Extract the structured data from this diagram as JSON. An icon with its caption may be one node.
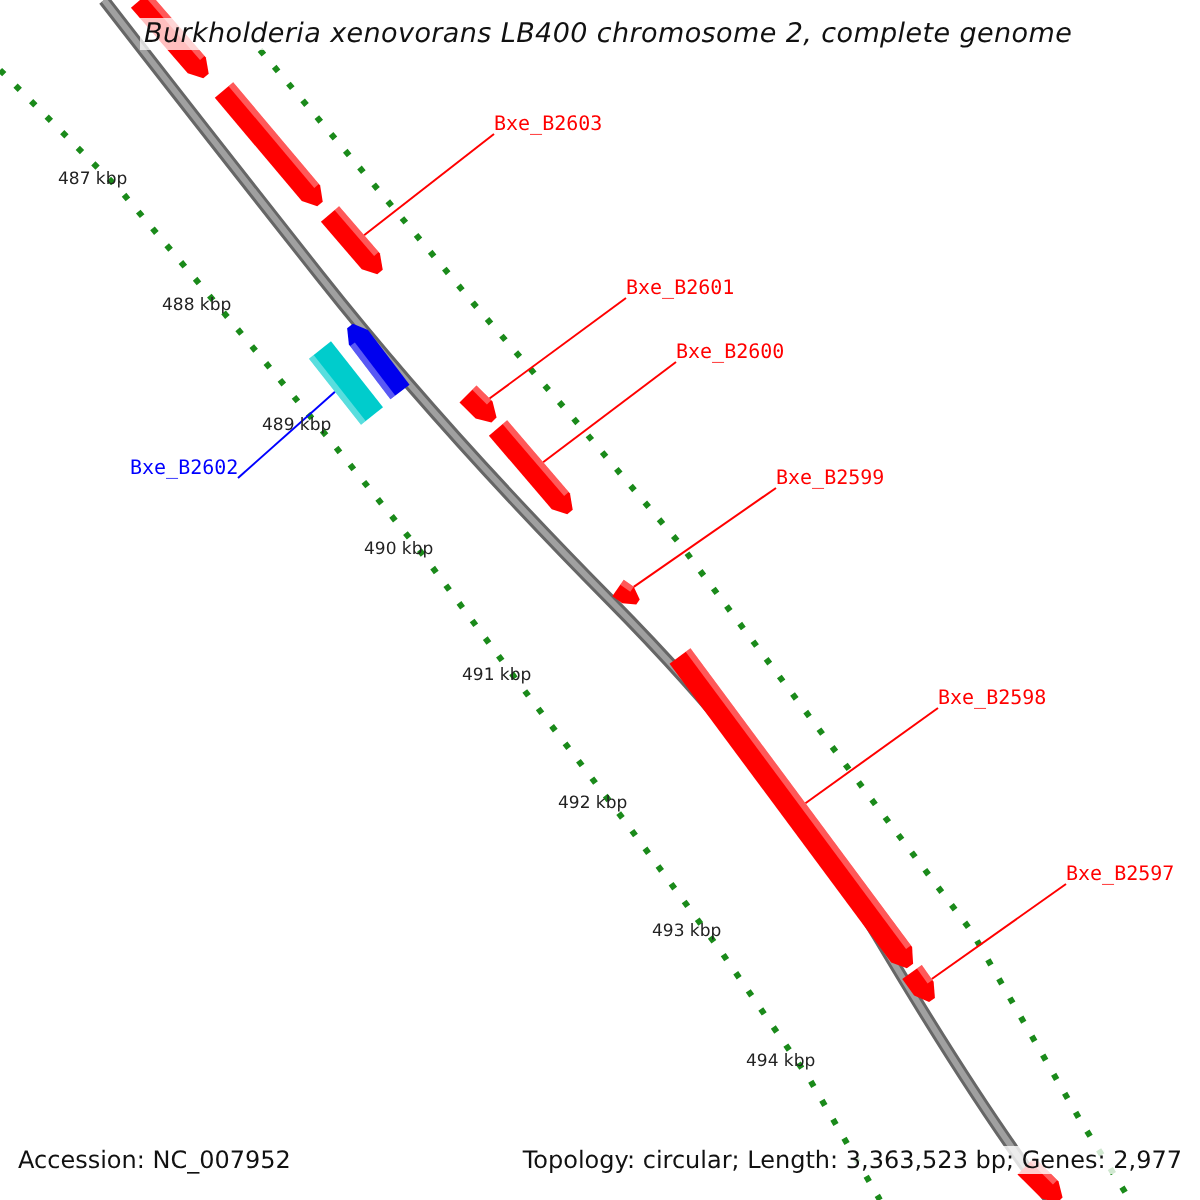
{
  "diagram": {
    "title": "Burkholderia xenovorans LB400 chromosome 2, complete genome",
    "nodes": [
      {
        "text": [
          "Bxe_B2603"
        ]
      },
      {
        "text": [
          "Bxe_B2601"
        ]
      },
      {
        "text": [
          "Bxe_B2600"
        ]
      },
      {
        "text": [
          "Bxe_B2602"
        ]
      },
      {
        "text": [
          "Bxe_B2599"
        ]
      },
      {
        "text": [
          "Bxe_B2598"
        ]
      },
      {
        "text": [
          "Bxe_B2597"
        ]
      },
      {
        "text": [],
        "shape": "pentagon"
      },
      {
        "text": [],
        "shape": "pentagon"
      },
      {
        "text": [],
        "shape": "pentagon"
      },
      {
        "text": [],
        "shape": "pentagon"
      },
      {
        "text": [],
        "shape": "bar"
      },
      {
        "text": [],
        "shape": "pentagon"
      },
      {
        "text": [],
        "shape": "pentagon"
      },
      {
        "text": [],
        "shape": "pentagon"
      },
      {
        "text": [],
        "shape": "pentagon"
      },
      {
        "text": [],
        "shape": "pentagon"
      },
      {
        "text": [],
        "shape": "pentagon"
      }
    ],
    "edges": [
      {
        "from": 0,
        "to": 9,
        "arrow": "none"
      },
      {
        "from": 1,
        "to": 12,
        "arrow": "none"
      },
      {
        "from": 2,
        "to": 13,
        "arrow": "none"
      },
      {
        "from": 3,
        "to": 11,
        "arrow": "none",
        "color": "#0000ff"
      },
      {
        "from": 4,
        "to": 14,
        "arrow": "none"
      },
      {
        "from": 5,
        "to": 15,
        "arrow": "none"
      },
      {
        "from": 6,
        "to": 16,
        "arrow": "none"
      }
    ],
    "labels": [
      "487 kbp",
      "488 kbp",
      "489 kbp",
      "490 kbp",
      "491 kbp",
      "492 kbp",
      "493 kbp",
      "494 kbp",
      "Accession: NC_007952",
      "Topology: circular; Length: 3,363,523 bp; Genes: 2,977"
    ]
  }
}
